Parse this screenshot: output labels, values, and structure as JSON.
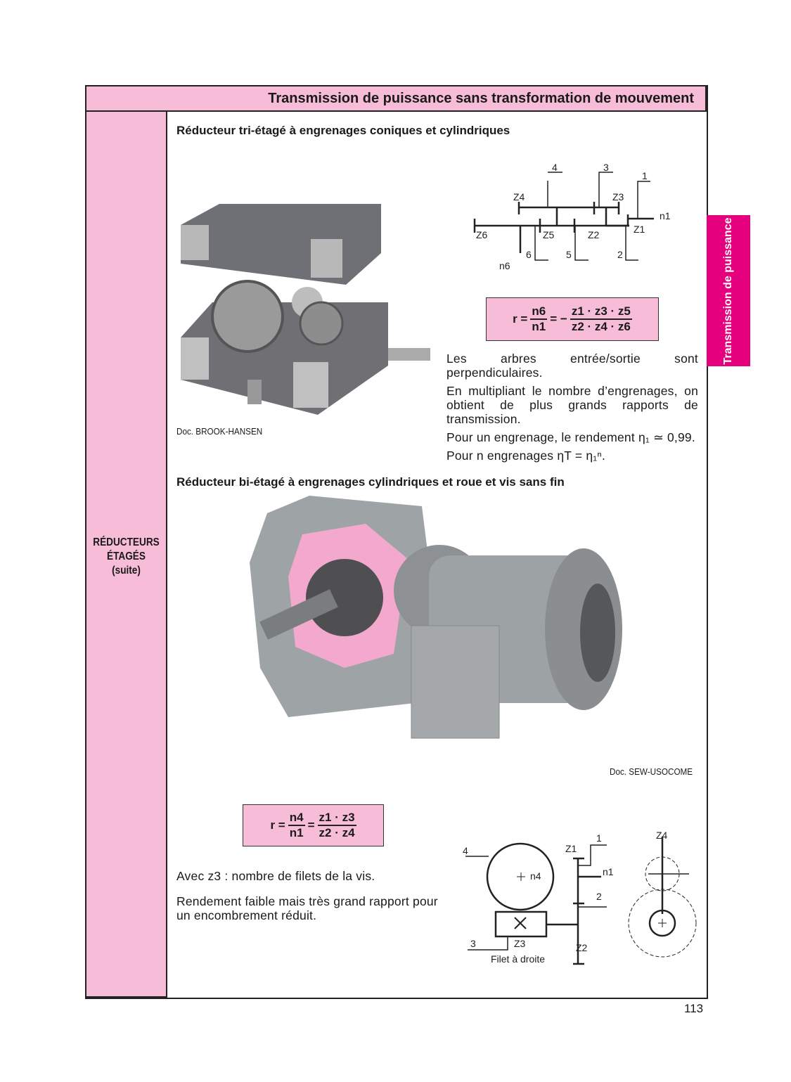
{
  "header": {
    "title": "Transmission de puissance sans transformation de mouvement"
  },
  "side_tab": {
    "label": "Transmission de puissance"
  },
  "section_label": {
    "line1": "RÉDUCTEURS",
    "line2": "ÉTAGÉS",
    "line3": "(suite)"
  },
  "section1": {
    "title": "Réducteur tri-étagé à engrenages coniques et cylindriques",
    "photo_credit": "Doc. BROOK-HANSEN",
    "diagram_labels": {
      "l4": "4",
      "l3": "3",
      "l1": "1",
      "z4": "Z4",
      "z3": "Z3",
      "n1": "n1",
      "z6": "Z6",
      "z5": "Z5",
      "z2": "Z2",
      "z1": "Z1",
      "l6": "6",
      "l5": "5",
      "l2": "2",
      "n6": "n6"
    },
    "formula": {
      "lhs": "r =",
      "num1": "n6",
      "den1": "n1",
      "mid": "= −",
      "num2": "z1 · z3 · z5",
      "den2": "z2 · z4 · z6"
    },
    "paragraphs": [
      "Les arbres entrée/sortie sont perpendiculaires.",
      "En multipliant le nombre d’engrenages, on obtient de plus grands rapports de transmission.",
      "Pour un engrenage, le rendement η₁ ≃ 0,99.",
      "Pour n engrenages ηT = η₁ⁿ."
    ]
  },
  "section2": {
    "title": "Réducteur bi-étagé à engrenages cylindriques et roue et vis sans fin",
    "photo_credit": "Doc. SEW-USOCOME",
    "formula": {
      "lhs": "r =",
      "num1": "n4",
      "den1": "n1",
      "mid": "=",
      "num2": "z1 · z3",
      "den2": "z2 · z4"
    },
    "paragraphs": [
      "Avec z3 : nombre de filets de la vis.",
      "Rendement faible mais très grand rapport pour un encombrement réduit."
    ],
    "diagram_labels": {
      "l4": "4",
      "n4": "n4",
      "z1": "Z1",
      "l1": "1",
      "n1": "n1",
      "l2": "2",
      "l3": "3",
      "z3": "Z3",
      "z2": "Z2",
      "thread": "Filet à droite",
      "z4": "Z4"
    }
  },
  "page_number": "113",
  "colors": {
    "pink": "#f7bcd8",
    "magenta": "#e5007e"
  }
}
